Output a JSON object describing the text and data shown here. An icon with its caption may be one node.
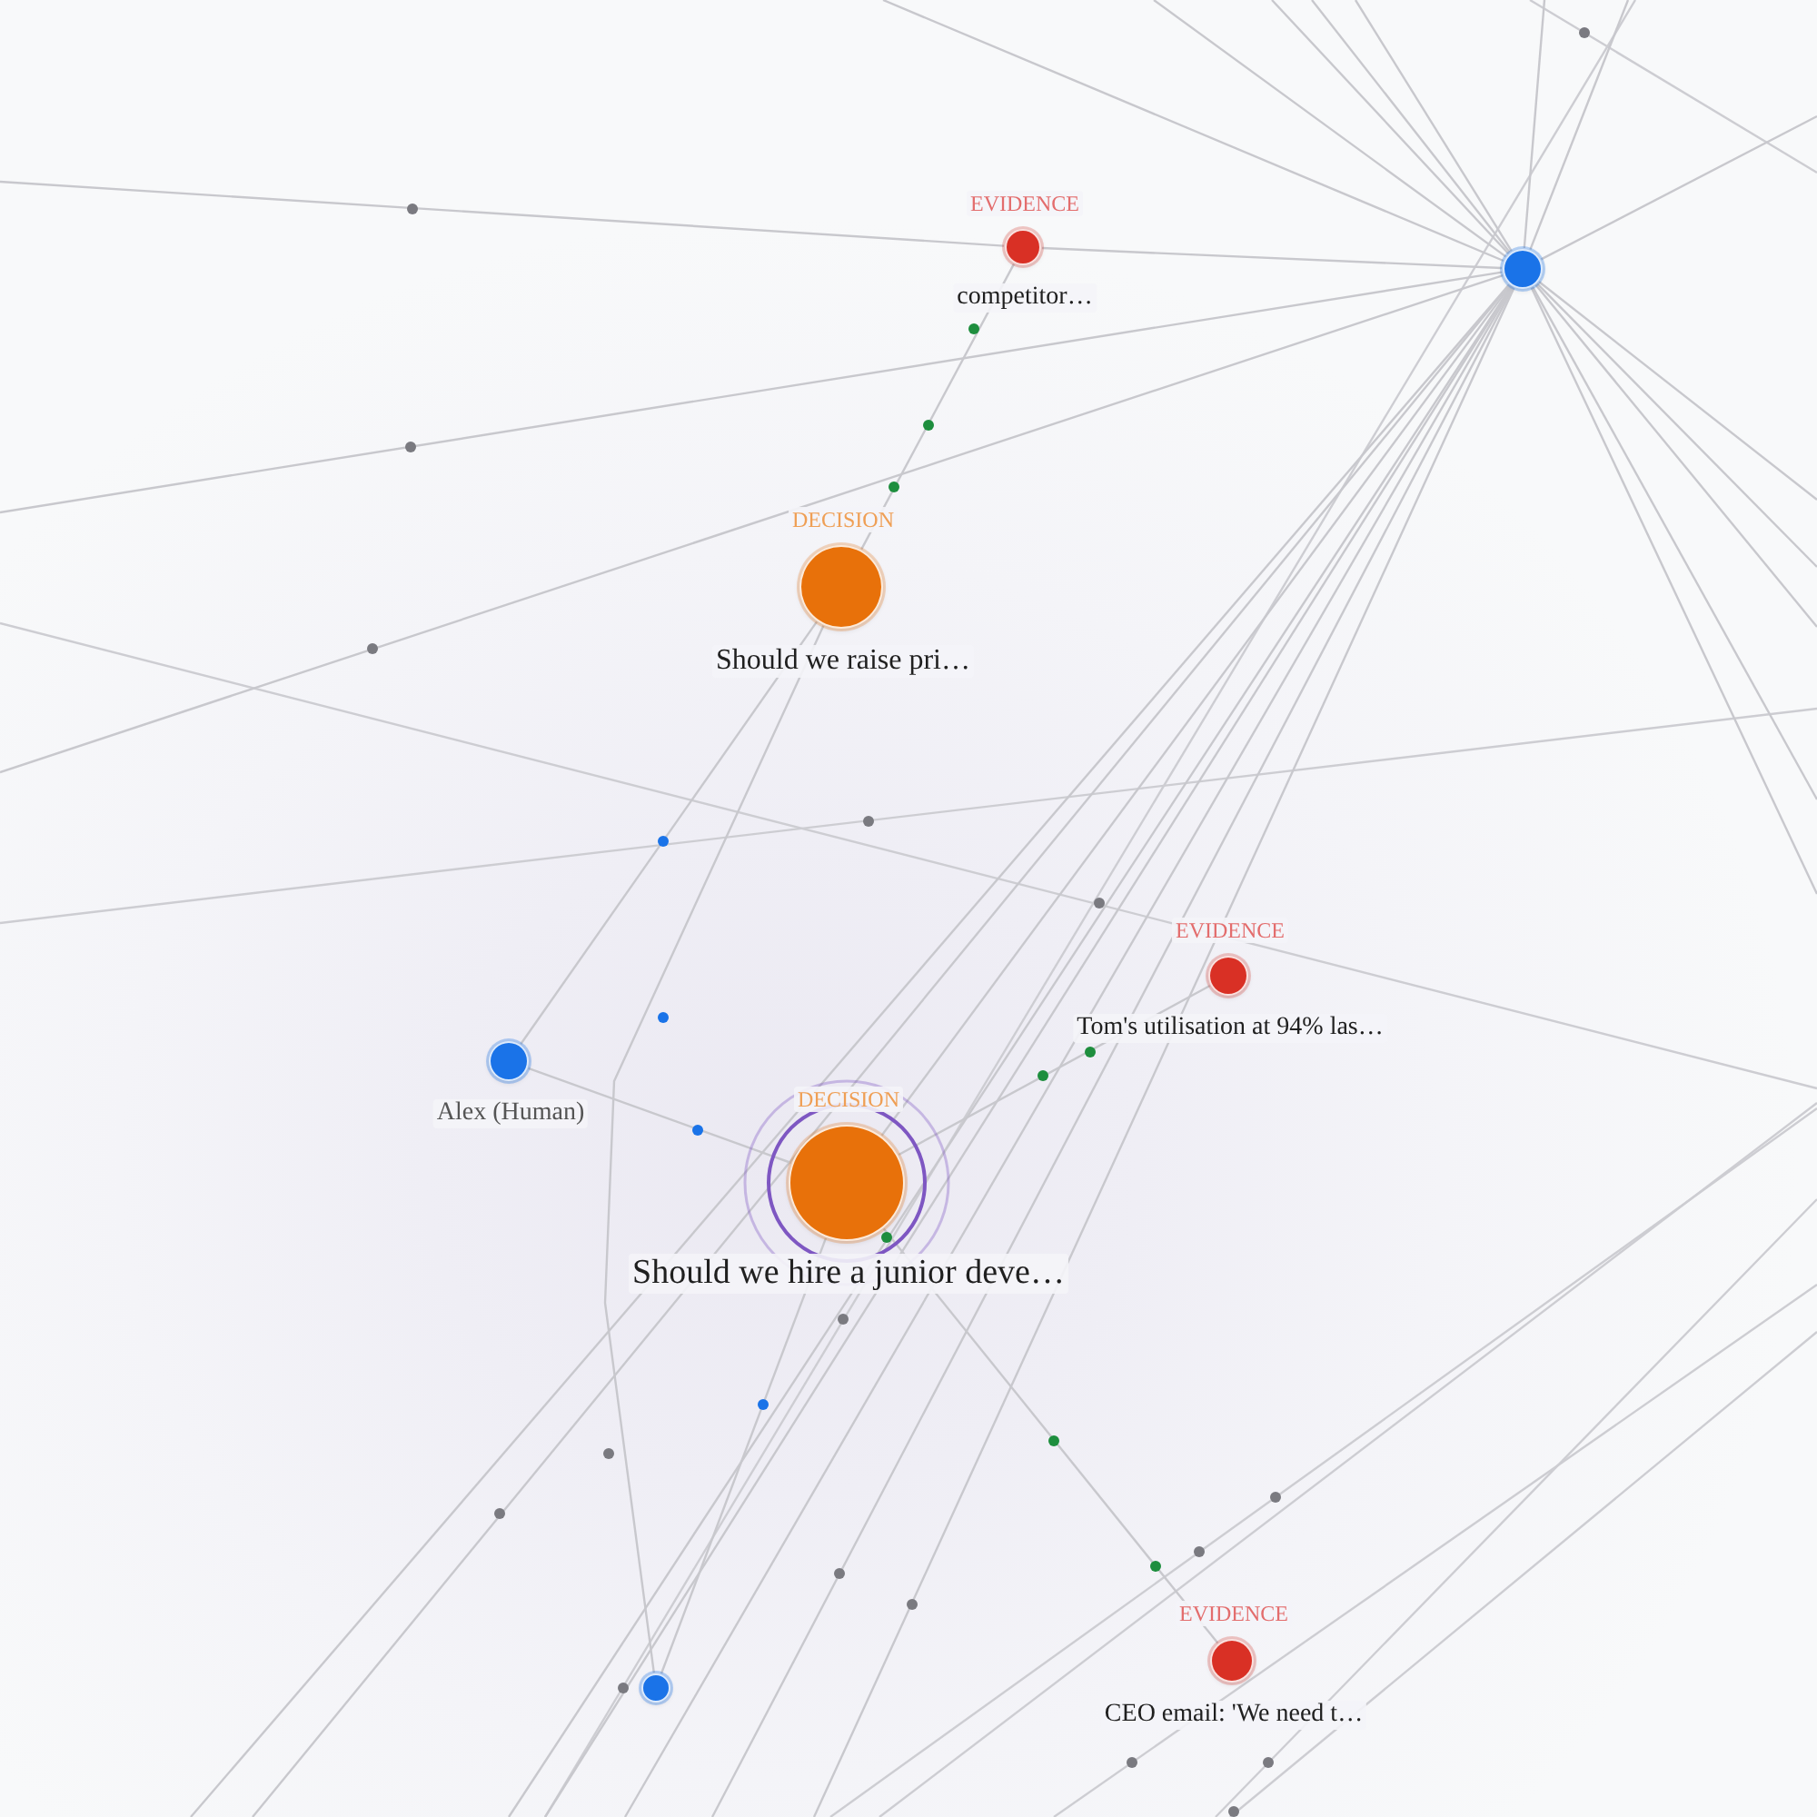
{
  "diagram": {
    "nodes": [
      {
        "text": [
          "EVIDENCE",
          "competitor…"
        ]
      },
      {
        "text": [],
        "shape": "circle"
      },
      {
        "text": [
          "DECISION",
          "Should we raise pri…"
        ]
      },
      {
        "text": [
          "EVIDENCE",
          "Tom's utilisation at 94% las…"
        ]
      },
      {
        "text": [
          "Alex (Human)"
        ]
      },
      {
        "text": [
          "DECISION",
          "Should we hire a junior deve…"
        ]
      },
      {
        "text": [],
        "shape": "circle"
      },
      {
        "text": [
          "EVIDENCE",
          "CEO email: 'We need t…"
        ]
      }
    ],
    "edges": [
      {
        "from": 0,
        "to": 2,
        "arrow": "none"
      },
      {
        "from": 4,
        "to": 2,
        "arrow": "none"
      },
      {
        "from": 6,
        "to": 2,
        "arrow": "none"
      },
      {
        "from": 4,
        "to": 5,
        "arrow": "none"
      },
      {
        "from": 3,
        "to": 5,
        "arrow": "none"
      },
      {
        "from": 7,
        "to": 5,
        "arrow": "none"
      },
      {
        "from": 6,
        "to": 5,
        "arrow": "none"
      },
      {
        "from": 1,
        "to": 5,
        "arrow": "none"
      },
      {
        "from": 0,
        "to": 1,
        "arrow": "none"
      },
      {
        "from": 0,
        "to": null,
        "arrow": "none"
      },
      {
        "from": 1,
        "to": null,
        "arrow": "none"
      },
      {
        "from": 1,
        "to": null,
        "arrow": "none"
      },
      {
        "from": 1,
        "to": null,
        "arrow": "none"
      },
      {
        "from": 1,
        "to": null,
        "arrow": "none"
      },
      {
        "from": 1,
        "to": null,
        "arrow": "none"
      },
      {
        "from": 1,
        "to": null,
        "arrow": "none"
      },
      {
        "from": 1,
        "to": null,
        "arrow": "none"
      },
      {
        "from": 1,
        "to": null,
        "arrow": "none"
      },
      {
        "from": 1,
        "to": null,
        "arrow": "none"
      },
      {
        "from": 1,
        "to": null,
        "arrow": "none"
      },
      {
        "from": 1,
        "to": null,
        "arrow": "none"
      },
      {
        "from": 1,
        "to": null,
        "arrow": "none"
      },
      {
        "from": 1,
        "to": null,
        "arrow": "none"
      },
      {
        "from": 1,
        "to": null,
        "arrow": "none"
      },
      {
        "from": 1,
        "to": null,
        "arrow": "none"
      },
      {
        "from": 1,
        "to": null,
        "arrow": "none"
      },
      {
        "from": 1,
        "to": null,
        "arrow": "none"
      },
      {
        "from": 1,
        "to": null,
        "arrow": "none"
      },
      {
        "from": 1,
        "to": null,
        "arrow": "none"
      },
      {
        "from": 1,
        "to": null,
        "arrow": "none"
      },
      {
        "from": 1,
        "to": null,
        "arrow": "none"
      },
      {
        "from": 1,
        "to": null,
        "arrow": "none"
      }
    ]
  }
}
